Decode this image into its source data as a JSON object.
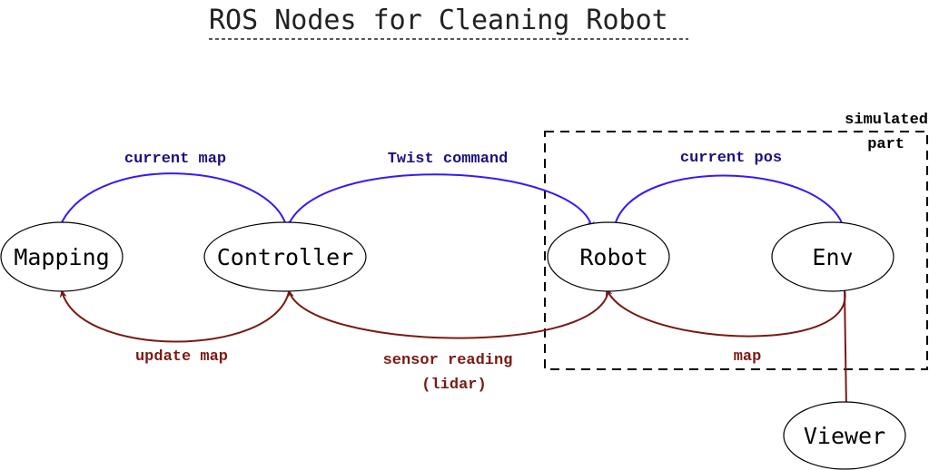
{
  "title": "ROS Nodes for Cleaning Robot",
  "nodes": {
    "mapping": "Mapping",
    "controller": "Controller",
    "robot": "Robot",
    "env": "Env",
    "viewer": "Viewer"
  },
  "group": {
    "line1": "simulated",
    "line2": "part"
  },
  "edges": {
    "current_map": "current map",
    "twist_command": "Twist command",
    "current_pos": "current pos",
    "update_map": "update map",
    "sensor_reading": "sensor reading",
    "sensor_reading_sub": "(lidar)",
    "map": "map"
  },
  "colors": {
    "request": "#3418ff",
    "response": "#7a1a12"
  }
}
